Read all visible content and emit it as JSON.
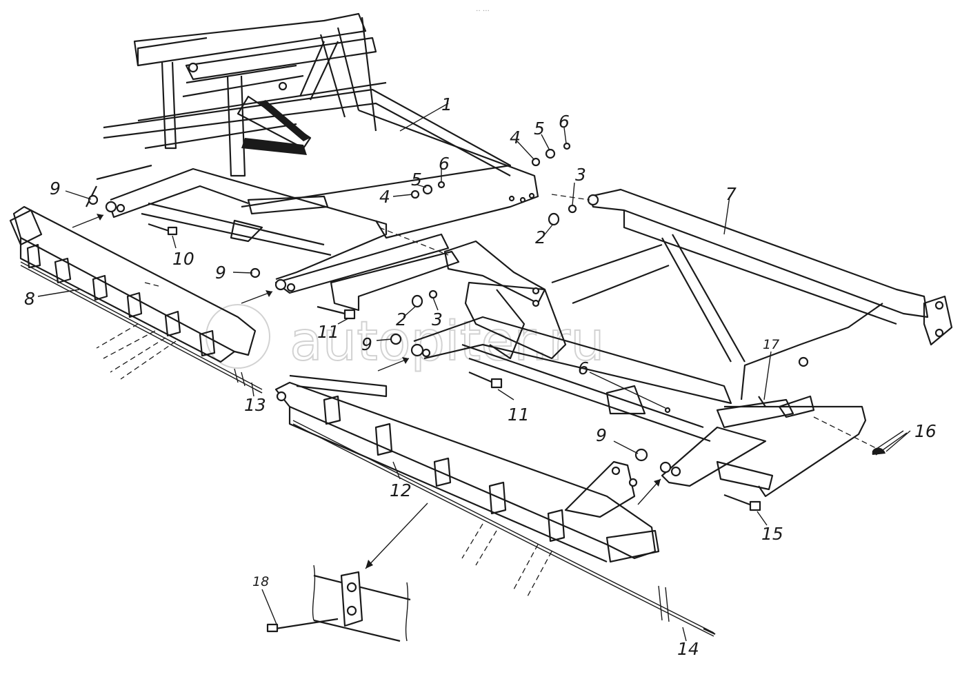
{
  "watermark": {
    "text": "autopiter.ru",
    "top_mark": "․․ …"
  },
  "callouts": {
    "n1": "1",
    "n2a": "2",
    "n2b": "2",
    "n3a": "3",
    "n3b": "3",
    "n4a": "4",
    "n4b": "4",
    "n5a": "5",
    "n5b": "5",
    "n6a": "6",
    "n6b": "6",
    "n6c": "6",
    "n7": "7",
    "n8": "8",
    "n9a": "9",
    "n9b": "9",
    "n9c": "9",
    "n9d": "9",
    "n10": "10",
    "n11a": "11",
    "n11b": "11",
    "n12": "12",
    "n13": "13",
    "n14": "14",
    "n15": "15",
    "n16": "16",
    "n17": "17",
    "n18": "18"
  }
}
